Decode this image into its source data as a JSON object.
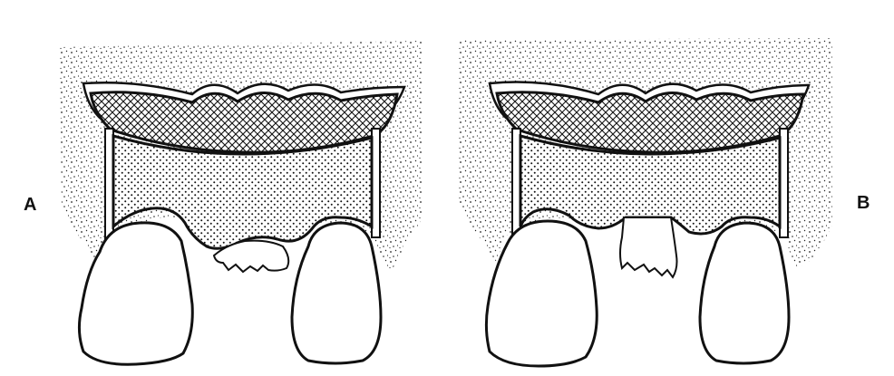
{
  "figure": {
    "panels": [
      {
        "id": "A",
        "label": "A"
      },
      {
        "id": "B",
        "label": "B"
      }
    ]
  },
  "colors": {
    "ink": "#111111",
    "paper": "#ffffff"
  }
}
